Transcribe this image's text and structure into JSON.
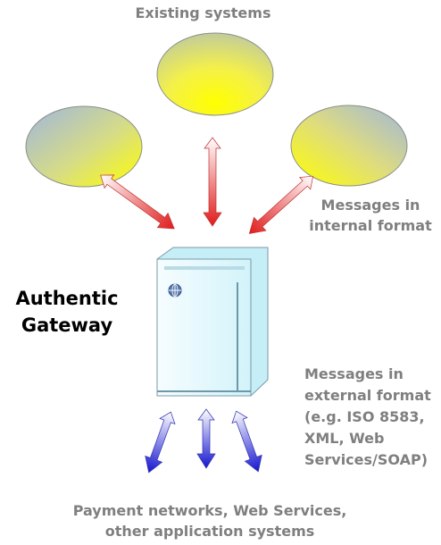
{
  "labels": {
    "existing_systems": "Existing systems",
    "messages_internal_line1": "Messages in",
    "messages_internal_line2": "internal format",
    "gateway_line1": "Authentic",
    "gateway_line2": "Gateway",
    "messages_external": [
      "Messages in",
      "external format",
      "(e.g. ISO 8583,",
      "XML, Web",
      "Services/SOAP)"
    ],
    "payment_line1": "Payment networks, Web Services,",
    "payment_line2": "other application systems"
  },
  "colors": {
    "label_gray": "#7f7f7f",
    "internal_arrow": "#e02020",
    "external_arrow": "#1a1ad6",
    "ellipse_yellow": "#ffff00",
    "ellipse_blue": "#a0b4dc",
    "server_body": "#dff7fb"
  },
  "icons": [
    "globe-icon"
  ]
}
